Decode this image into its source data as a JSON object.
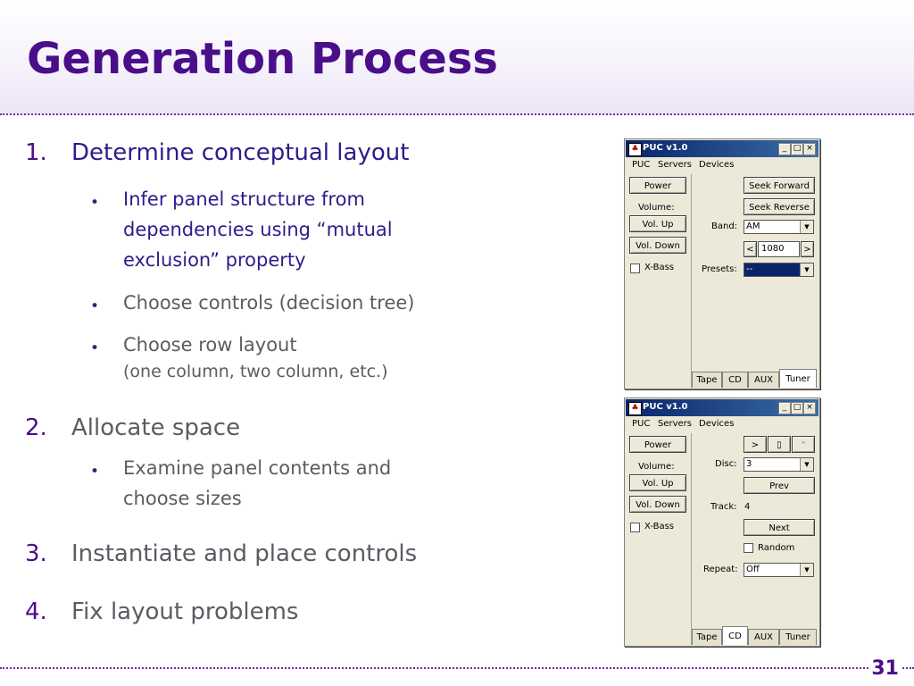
{
  "slide": {
    "title": "Generation Process",
    "page_number": "31",
    "items": [
      {
        "number": "1.",
        "text": "Determine conceptual layout",
        "subitems": [
          {
            "lines": [
              "Infer panel structure from",
              "dependencies using “mutual",
              "exclusion” property"
            ]
          },
          {
            "lines": [
              "Choose controls (decision tree)"
            ]
          },
          {
            "lines": [
              "Choose row layout",
              "(one column, two column, etc.)"
            ]
          }
        ]
      },
      {
        "number": "2.",
        "text": "Allocate space",
        "subitems": [
          {
            "lines": [
              "Examine panel contents and",
              "choose sizes"
            ]
          }
        ]
      },
      {
        "number": "3.",
        "text": "Instantiate and place controls"
      },
      {
        "number": "4.",
        "text": "Fix layout problems"
      }
    ],
    "bullet": "•"
  },
  "window_common": {
    "title": "PUC v1.0",
    "icon_glyph": "♣",
    "minimize": "_",
    "maximize": "□",
    "close": "×",
    "menus": [
      "PUC",
      "Servers",
      "Devices"
    ],
    "power": "Power",
    "volume": "Volume:",
    "vol_up": "Vol. Up",
    "vol_down": "Vol. Down",
    "xbass": "X-Bass",
    "tabs": [
      "Tape",
      "CD",
      "AUX",
      "Tuner"
    ]
  },
  "tuner_window": {
    "seek_forward": "Seek Forward",
    "seek_reverse": "Seek Reverse",
    "band_label": "Band:",
    "band_value": "AM",
    "freq_prev": "<",
    "freq_value": "1080",
    "freq_next": ">",
    "presets_label": "Presets:",
    "presets_value": "--",
    "active_tab": "Tuner"
  },
  "cd_window": {
    "play": ">",
    "pause": "▯",
    "stop": "\"",
    "disc_label": "Disc:",
    "disc_value": "3",
    "prev": "Prev",
    "track_label": "Track:",
    "track_value": "4",
    "next": "Next",
    "random": "Random",
    "repeat_label": "Repeat:",
    "repeat_value": "Off",
    "active_tab": "CD"
  },
  "colors": {
    "title": "#4b0e8a",
    "primary_text": "#2a1d8c",
    "secondary_text": "#5b5b63",
    "rule": "#6a2ca8"
  }
}
